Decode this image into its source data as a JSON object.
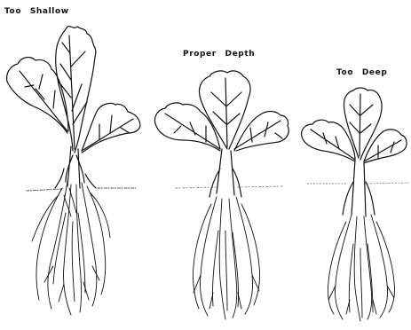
{
  "labels": {
    "shallow": "Too  Shallow",
    "proper": "Proper  Depth",
    "deep": "Too  Deep"
  },
  "colors": {
    "ink": "#111111",
    "soil": "#666666"
  }
}
